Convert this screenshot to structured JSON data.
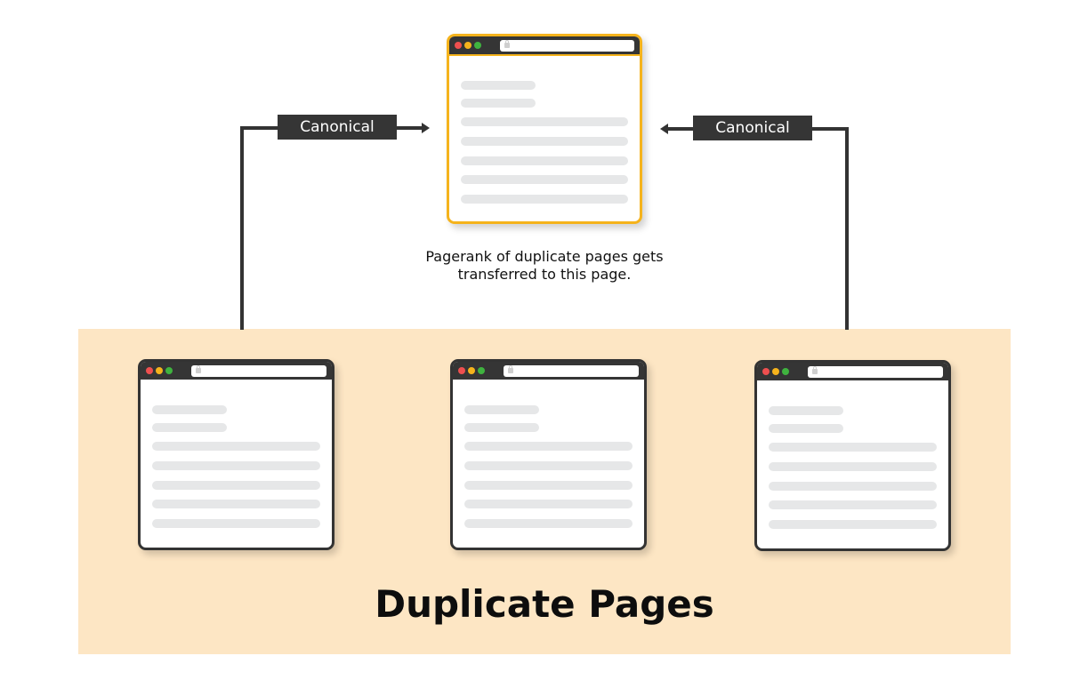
{
  "diagram": {
    "canonical_page": {
      "label_left": "Canonical",
      "label_right": "Canonical",
      "caption_line1": "Pagerank of duplicate pages gets",
      "caption_line2": "transferred to this page.",
      "border_color": "#f5b31c"
    },
    "duplicates": {
      "title": "Duplicate Pages",
      "background": "#fde6c4",
      "count": 3
    },
    "icons": {
      "window_controls": [
        "close-dot",
        "minimize-dot",
        "maximize-dot"
      ],
      "address_bar": "lock-icon",
      "arrows": [
        "arrow-right-icon",
        "arrow-left-icon"
      ]
    },
    "colors": {
      "dark": "#353535",
      "placeholder_line": "#e6e7e8",
      "dot_red": "#ee4f4f",
      "dot_yellow": "#f5b31c",
      "dot_green": "#3fb33f"
    }
  }
}
